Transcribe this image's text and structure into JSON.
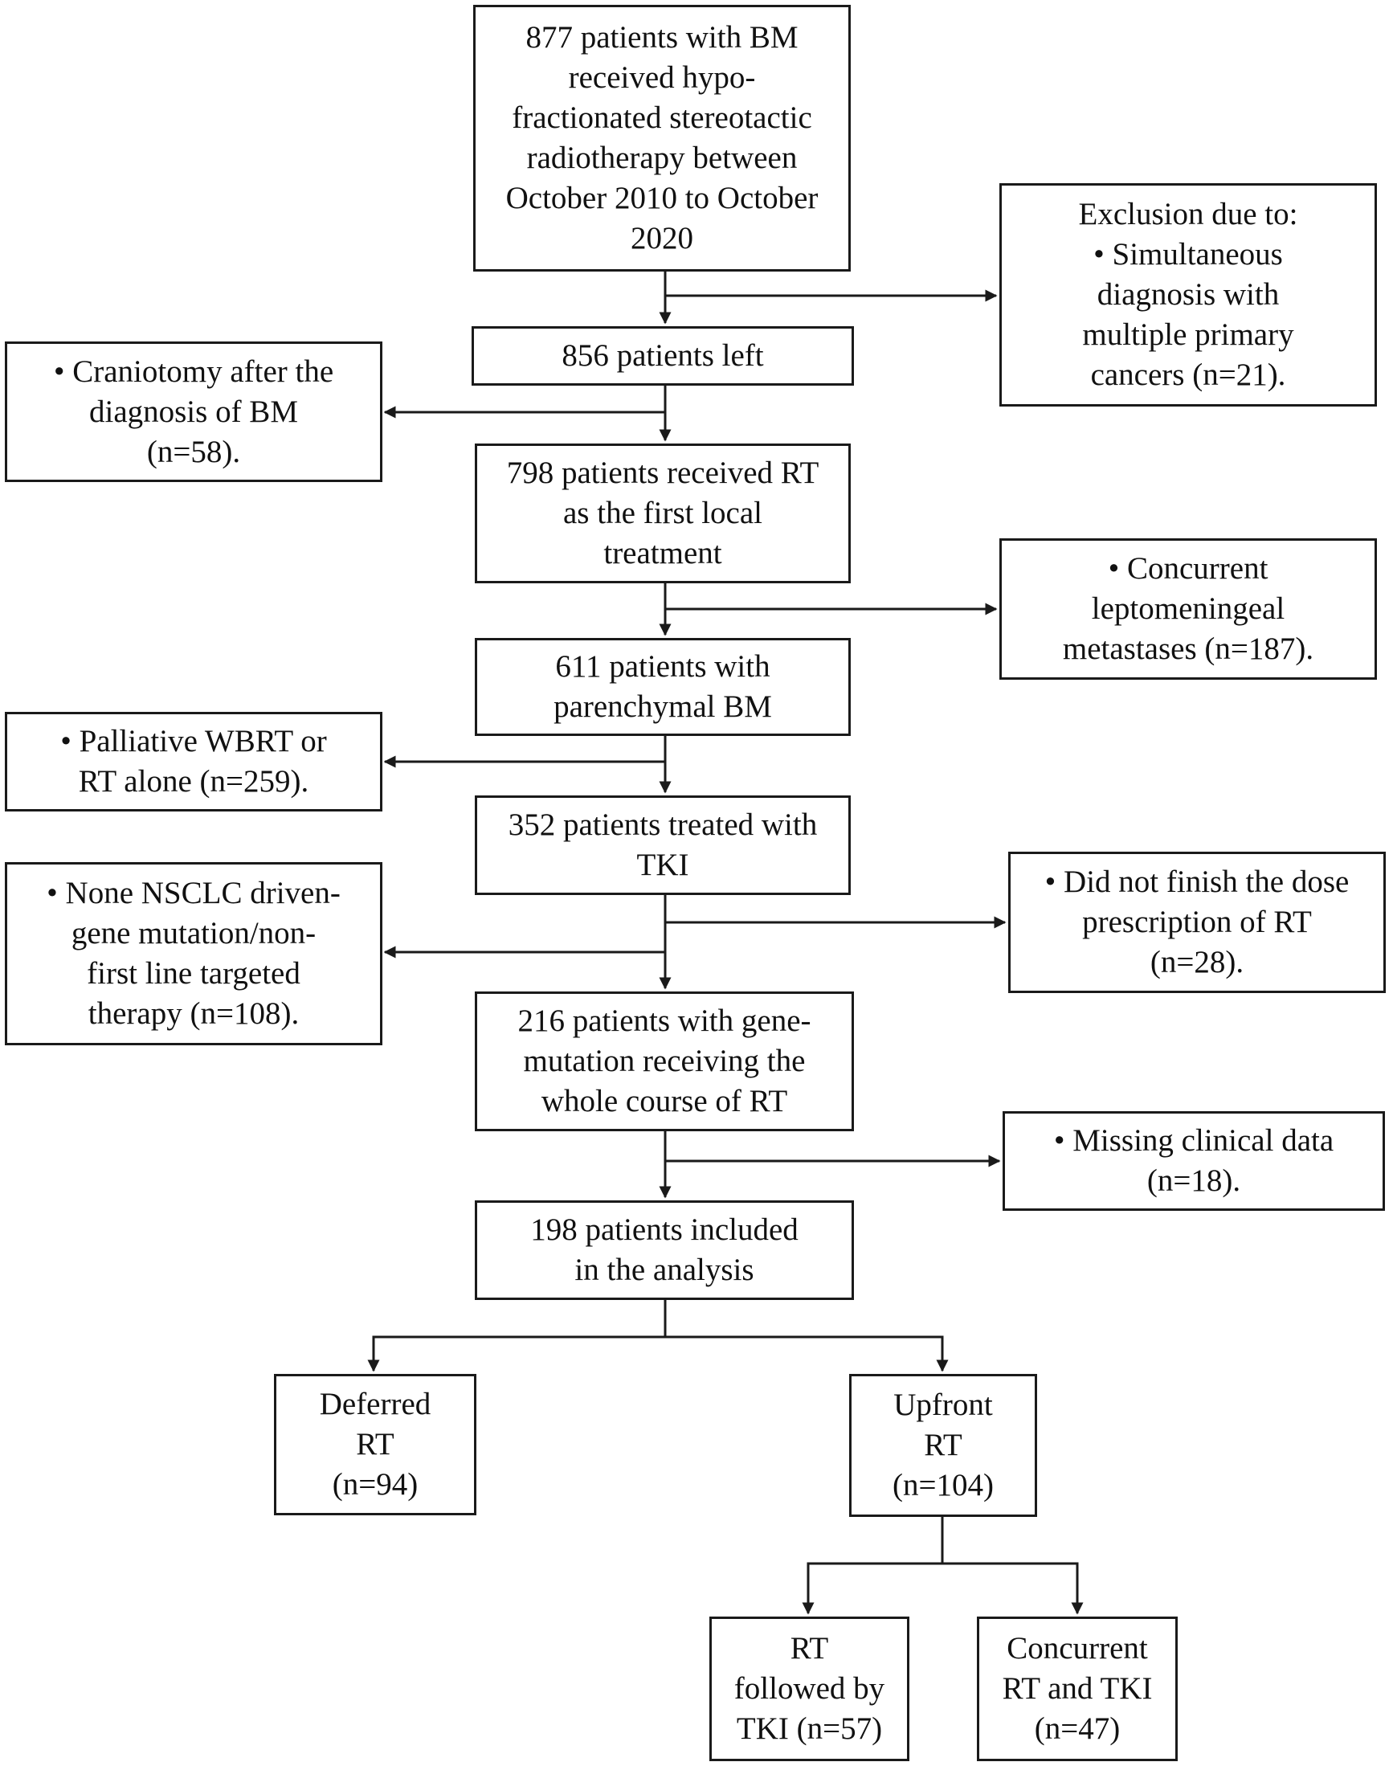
{
  "nodes": {
    "start": [
      "877 patients with BM",
      "received hypo-",
      "fractionated stereotactic",
      "radiotherapy between",
      "October 2010 to October",
      "2020"
    ],
    "left856": [
      "856 patients left"
    ],
    "rt798": [
      "798 patients received RT",
      "as the first local",
      "treatment"
    ],
    "pbm611": [
      "611 patients with",
      "parenchymal BM"
    ],
    "tki352": [
      "352 patients treated with",
      "TKI"
    ],
    "gm216": [
      "216 patients with gene-",
      "mutation receiving the",
      "whole course of RT"
    ],
    "inc198": [
      "198 patients included",
      "in the analysis"
    ],
    "deferred": [
      "Deferred",
      "RT",
      "(n=94)"
    ],
    "upfront": [
      "Upfront",
      "RT",
      "(n=104)"
    ],
    "rt_tki": [
      "RT",
      "followed by",
      "TKI (n=57)"
    ],
    "concurrent": [
      "Concurrent",
      "RT and TKI",
      "(n=47)"
    ],
    "excl_multiple": [
      "Exclusion due to:",
      "•  Simultaneous",
      "diagnosis with",
      "multiple primary",
      "cancers (n=21)."
    ],
    "excl_craniotomy": [
      "•  Craniotomy after the",
      "diagnosis of BM",
      "(n=58)."
    ],
    "excl_lepto": [
      "•  Concurrent",
      "leptomeningeal",
      "metastases (n=187)."
    ],
    "excl_wbrt": [
      "•  Palliative WBRT or",
      "RT alone (n=259)."
    ],
    "excl_nsclc": [
      "•  None NSCLC driven-",
      "gene mutation/non-",
      "first line targeted",
      "therapy (n=108)."
    ],
    "excl_dose": [
      "•  Did not finish the dose",
      "prescription of RT",
      "(n=28)."
    ],
    "excl_missing": [
      "•  Missing clinical data",
      "(n=18)."
    ]
  },
  "colors": {
    "stroke": "#1a1a1a",
    "fill": "#ffffff",
    "text": "#111111"
  }
}
